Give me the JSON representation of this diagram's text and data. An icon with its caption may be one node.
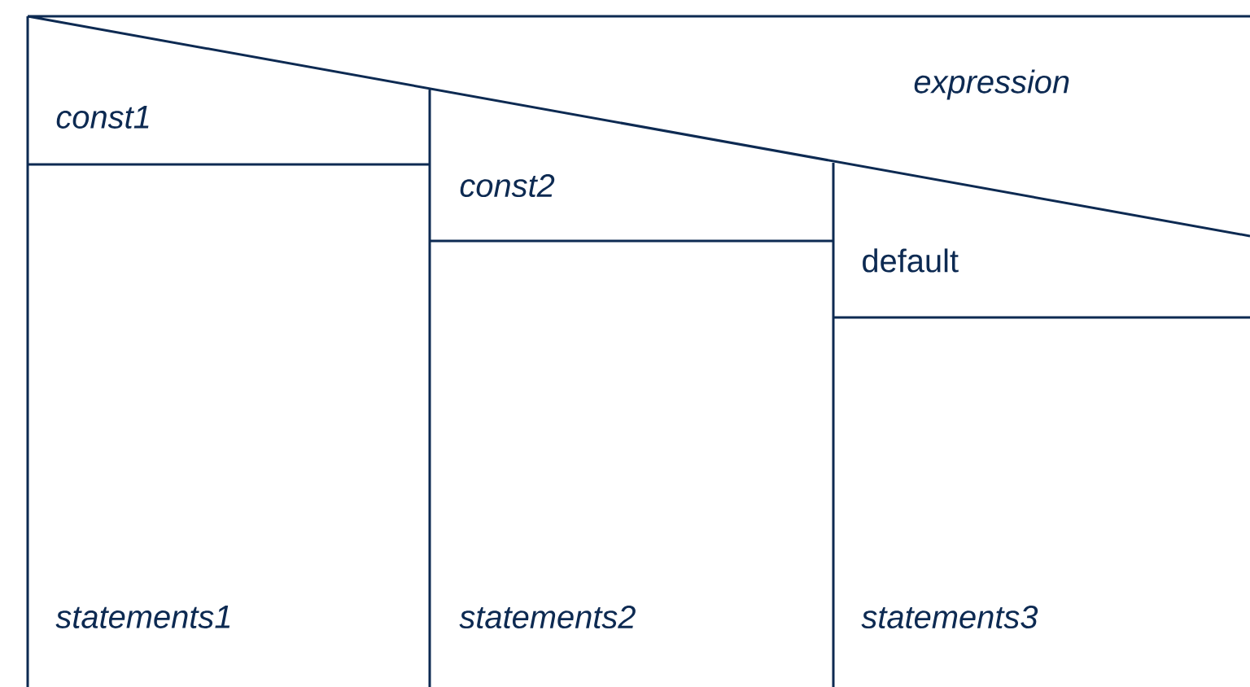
{
  "diagram": {
    "nodes": [
      {
        "text": [
          "expression"
        ]
      },
      {
        "text": [
          "const1"
        ]
      },
      {
        "text": [
          "const2"
        ]
      },
      {
        "text": [
          "default"
        ]
      },
      {
        "text": [
          "statements1"
        ]
      },
      {
        "text": [
          "statements2"
        ]
      },
      {
        "text": [
          "statements3"
        ]
      }
    ]
  }
}
